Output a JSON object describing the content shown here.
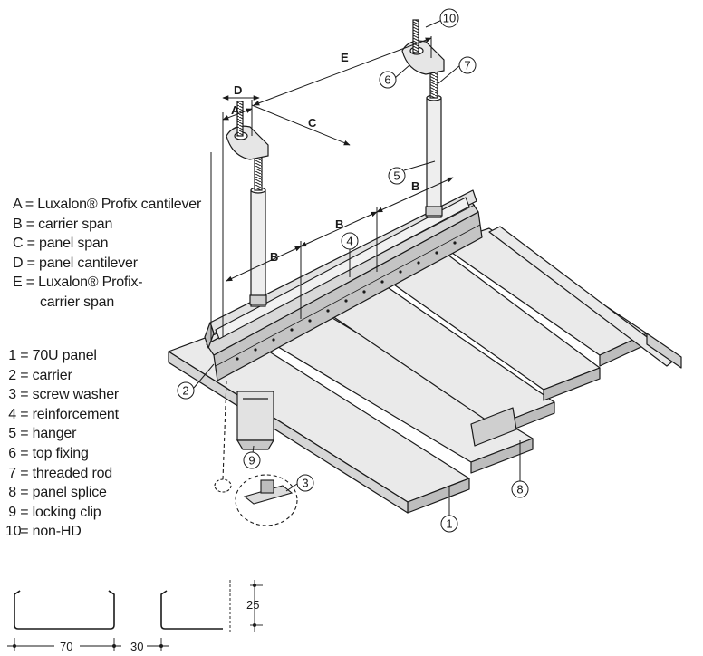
{
  "legend_letters": [
    {
      "key": "A",
      "text": "= Luxalon® Profix cantilever"
    },
    {
      "key": "B",
      "text": "= carrier span"
    },
    {
      "key": "C",
      "text": "= panel span"
    },
    {
      "key": "D",
      "text": "= panel cantilever"
    },
    {
      "key": "E",
      "text": "= Luxalon® Profix-",
      "continuation": "carrier span"
    }
  ],
  "legend_numbers": [
    {
      "key": "1",
      "text": "= 70U panel"
    },
    {
      "key": "2",
      "text": "= carrier"
    },
    {
      "key": "3",
      "text": "= screw washer"
    },
    {
      "key": "4",
      "text": "= reinforcement"
    },
    {
      "key": "5",
      "text": "= hanger"
    },
    {
      "key": "6",
      "text": "= top fixing"
    },
    {
      "key": "7",
      "text": "= threaded rod"
    },
    {
      "key": "8",
      "text": "= panel splice"
    },
    {
      "key": "9",
      "text": "= locking clip"
    },
    {
      "key": "10",
      "text": "= non-HD"
    }
  ],
  "dimension_letters": {
    "a": "A",
    "b": "B",
    "c": "C",
    "d": "D",
    "e": "E"
  },
  "callouts": {
    "c1": "1",
    "c2": "2",
    "c3": "3",
    "c4": "4",
    "c5": "5",
    "c6": "6",
    "c7": "7",
    "c8": "8",
    "c9": "9",
    "c10": "10"
  },
  "profile_dimensions": {
    "width": "70",
    "gap": "30",
    "height": "25"
  },
  "colors": {
    "line": "#1a1a1a",
    "panel_fill": "#e6e6e6",
    "panel_shade": "#bdbdbd",
    "carrier_fill": "#cfcfcf"
  }
}
